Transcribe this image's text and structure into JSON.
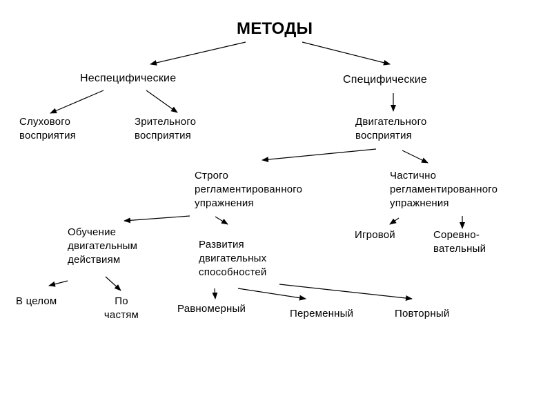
{
  "diagram": {
    "title": "МЕТОДЫ",
    "nodes": {
      "nonspecific": "Неспецифические",
      "specific": "Специфические",
      "auditory": "Слухового\nвосприятия",
      "visual": "Зрительного\nвосприятия",
      "motor": "Двигательного\nвосприятия",
      "strict": "Строго\nрегламентированного\nупражнения",
      "partial": "Частично\nрегламентированного\nупражнения",
      "learning": "Обучение\nдвигательным\nдействиям",
      "development": "Развития\nдвигательных\nспособностей",
      "game": "Игровой",
      "competitive": "Соревно-\nвательный",
      "whole": "В целом",
      "parts": "По\nчастям",
      "uniform": "Равномерный",
      "variable": "Переменный",
      "repeated": "Повторный"
    }
  }
}
